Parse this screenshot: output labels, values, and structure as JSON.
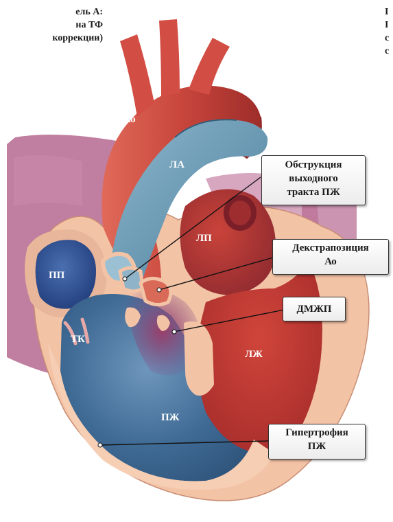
{
  "header_left": {
    "line1": "ель А:",
    "line2": "на ТФ",
    "line3": "коррекции)"
  },
  "header_right": {
    "line1": "I",
    "line2": "I",
    "line3": "c",
    "line4": "c"
  },
  "structure_labels": {
    "ao": "Ао",
    "la": "ЛА",
    "lp": "ЛП",
    "pp": "ПП",
    "tk": "ТК",
    "lzh": "ЛЖ",
    "pzh": "ПЖ"
  },
  "callouts": {
    "obstruction": {
      "line1": "Обструкция",
      "line2": "выходного",
      "line3": "тракта ПЖ"
    },
    "dextraposition": {
      "line1": "Декстрапозиция",
      "line2": "Ао"
    },
    "vsd": {
      "line1": "ДМЖП"
    },
    "hypertrophy": {
      "line1": "Гипертрофия",
      "line2": "ПЖ"
    }
  },
  "colors": {
    "aorta": "#c8463c",
    "pulmonary_artery": "#5c90ad",
    "myocardium": "#f3c3a6",
    "vena_cava": "#b5678f",
    "right_ventricle_blood": "#4b78a1",
    "left_ventricle_blood": "#c23c34"
  }
}
